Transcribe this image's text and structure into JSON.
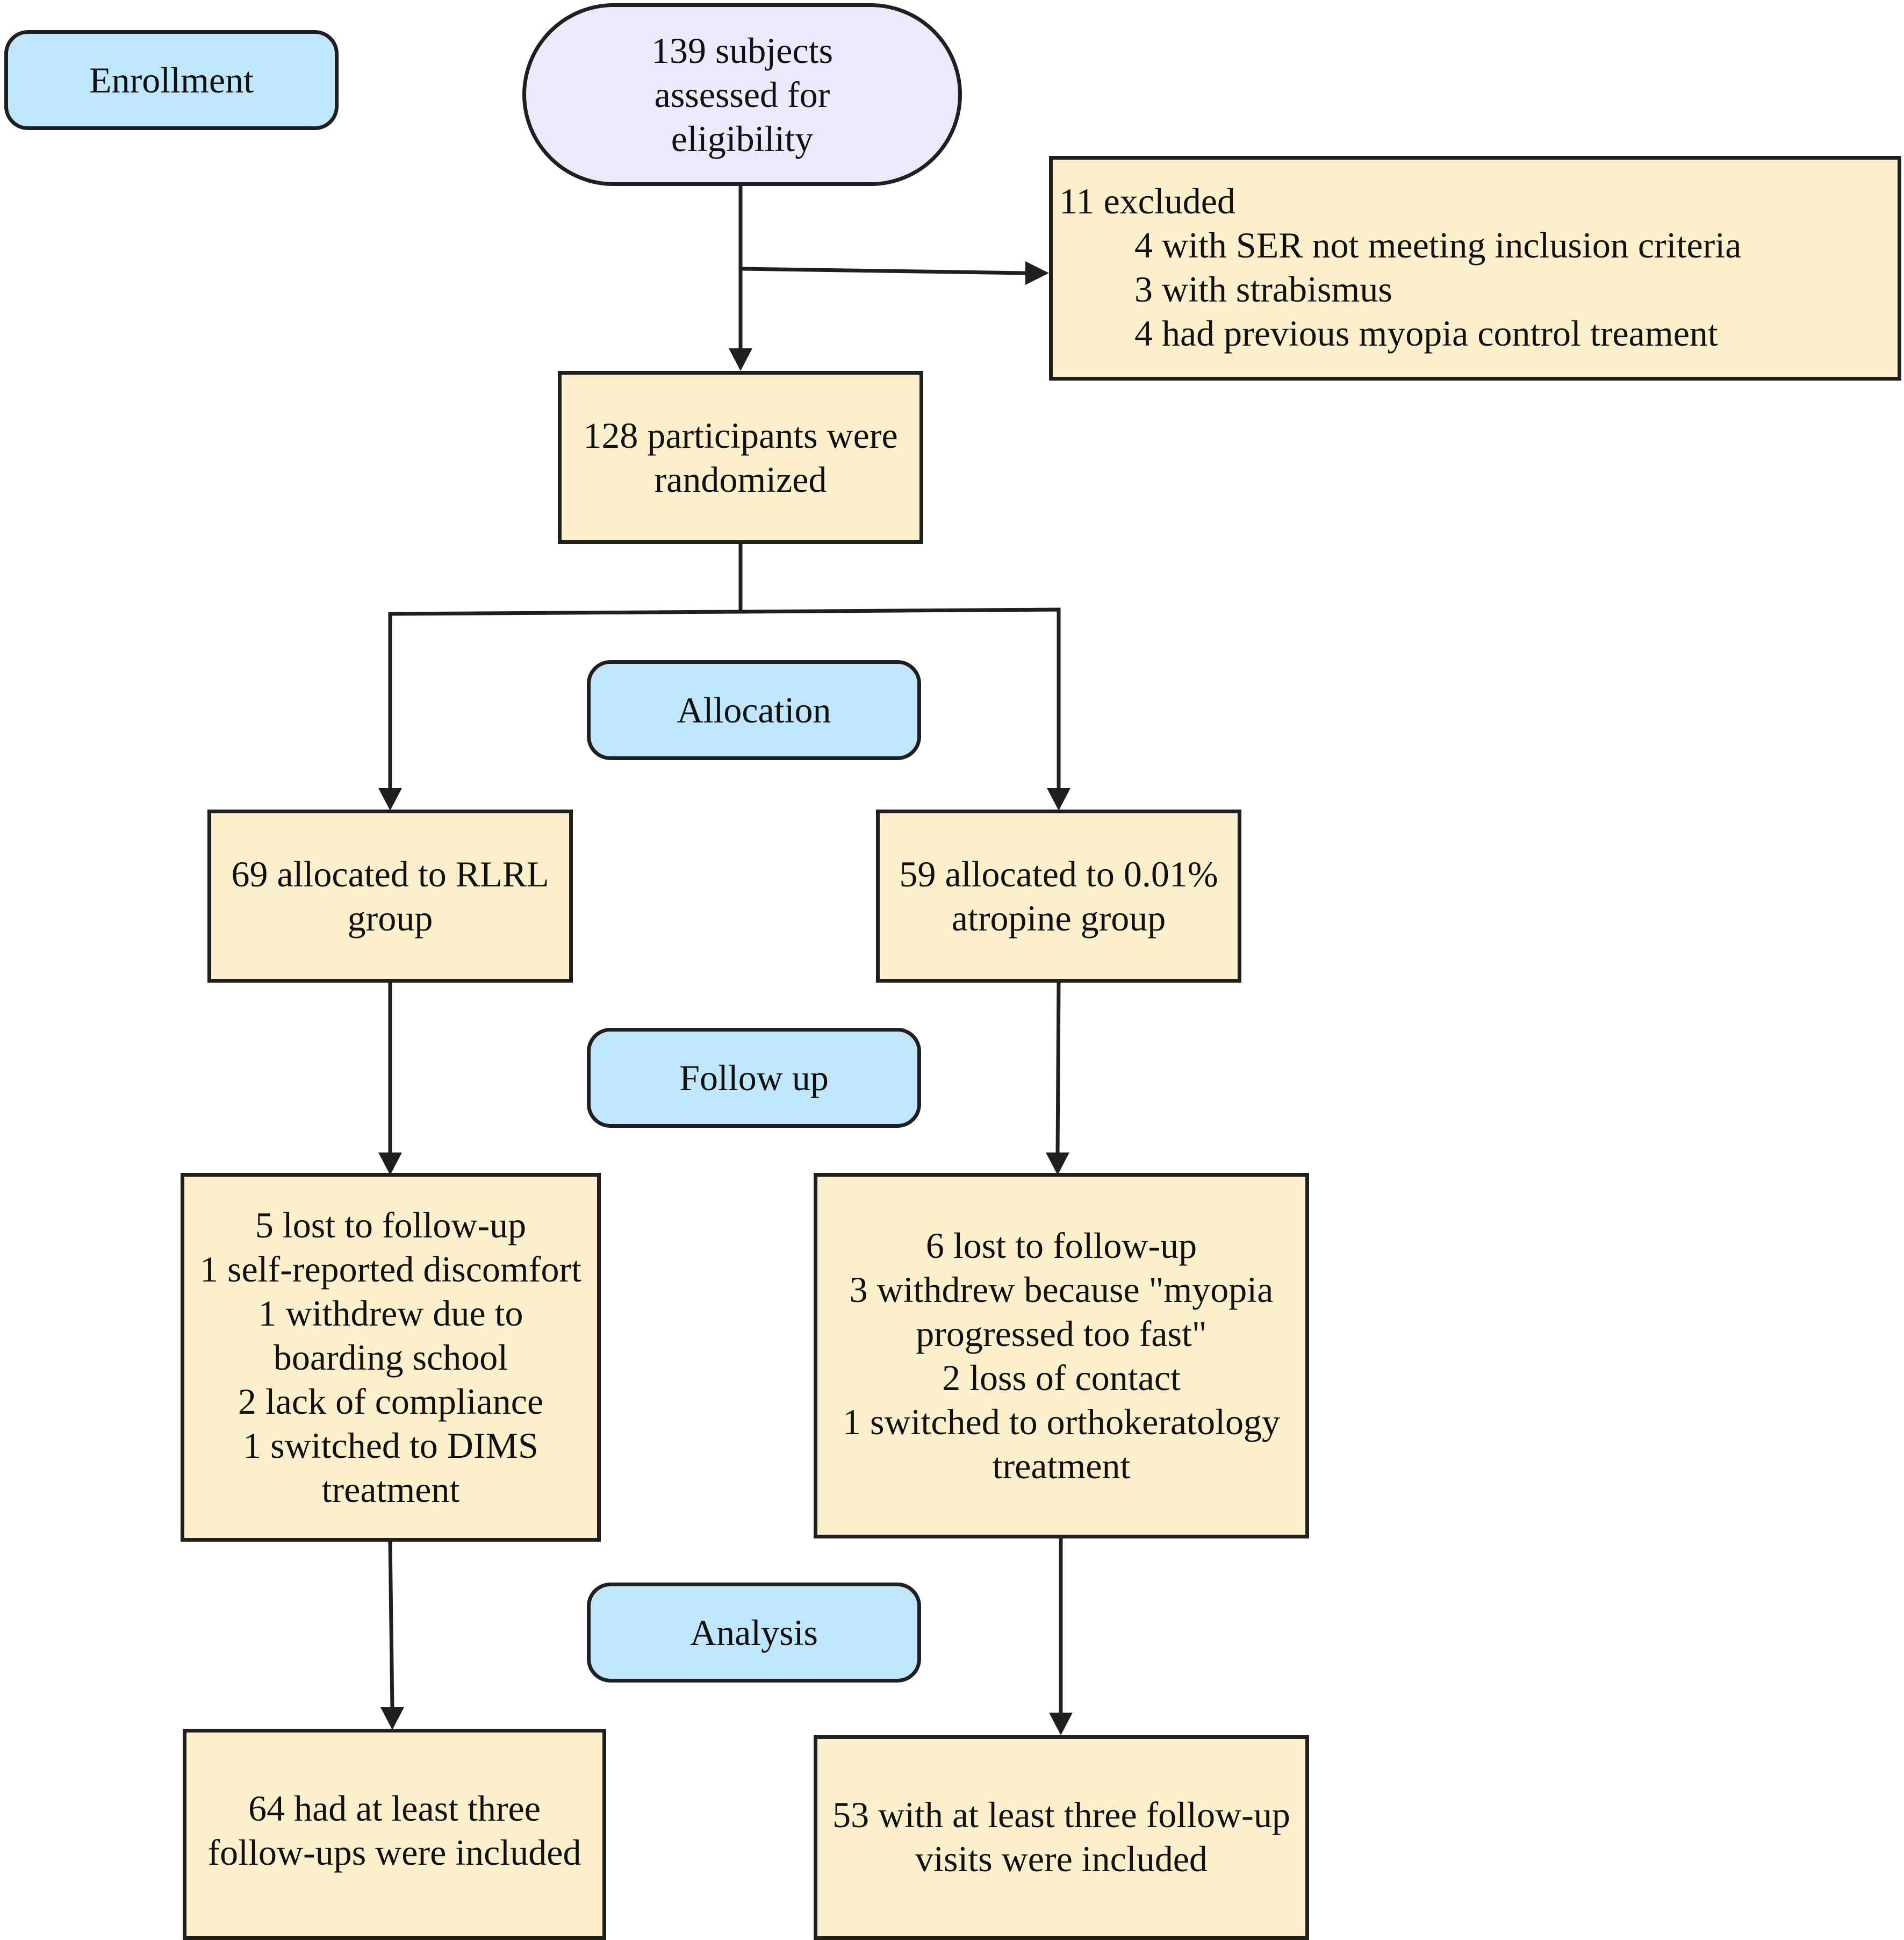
{
  "stages": {
    "enrollment": "Enrollment",
    "allocation": "Allocation",
    "follow_up": "Follow up",
    "analysis": "Analysis"
  },
  "assessed": [
    "139 subjects",
    "assessed for",
    "eligibility"
  ],
  "excluded": {
    "title": "11 excluded",
    "reasons": [
      "4 with SER not meeting inclusion criteria",
      "3 with strabismus",
      "4 had previous myopia control treament"
    ]
  },
  "randomized": [
    "128 participants were",
    "randomized"
  ],
  "arms": {
    "rlrl": {
      "allocated": [
        "69 allocated to RLRL",
        "group"
      ],
      "lost": [
        "5 lost to follow-up",
        "1 self-reported discomfort",
        "1 withdrew due to",
        "boarding school",
        "2 lack of compliance",
        "1 switched to DIMS",
        "treatment"
      ],
      "analysis": [
        "64 had at least three",
        "follow-ups were included"
      ]
    },
    "atropine": {
      "allocated": [
        "59 allocated to 0.01%",
        "atropine group"
      ],
      "lost": [
        "6 lost to follow-up",
        "3 withdrew because \"myopia",
        "progressed too fast\"",
        "2 loss of contact",
        "1 switched to orthokeratology",
        "treatment"
      ],
      "analysis": [
        "53 with at least three follow-up",
        "visits were included"
      ]
    }
  },
  "colors": {
    "stage_fill": "#bfe6fb",
    "box_fill": "#fbefcc",
    "oval_fill": "#ece9fc",
    "stroke": "#1f1f1f"
  }
}
